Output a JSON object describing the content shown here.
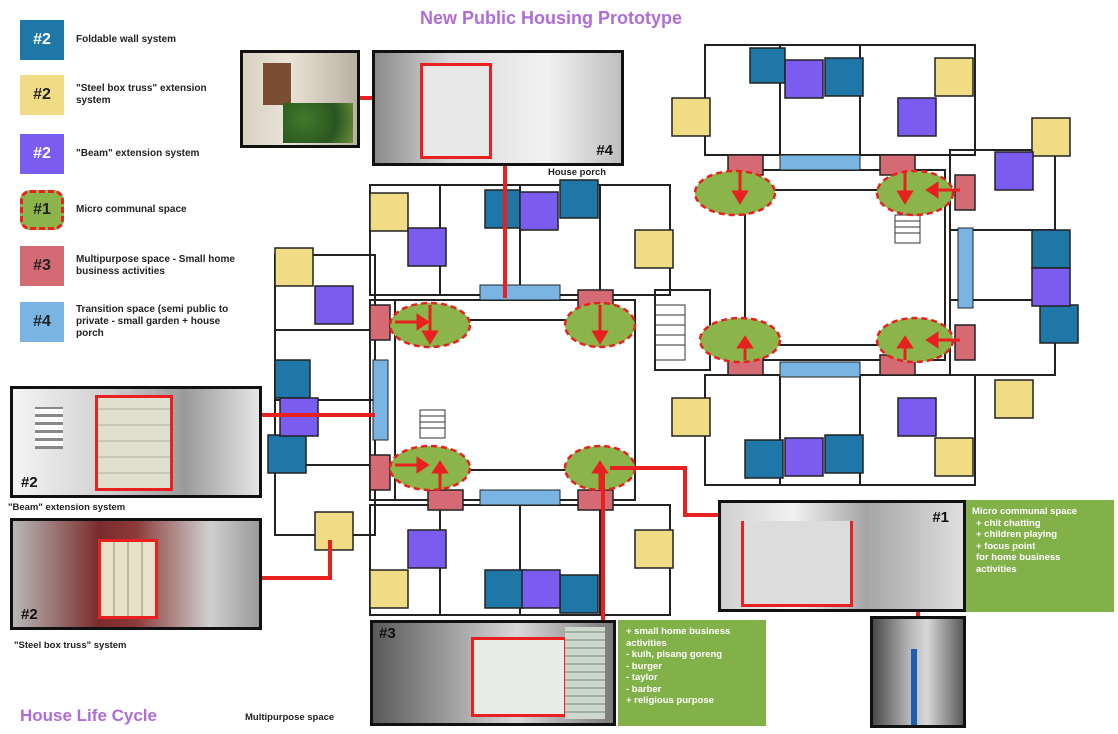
{
  "title": "New Public Housing Prototype",
  "footer_title": "House Life Cycle",
  "legend": [
    {
      "code": "#2",
      "label": "Foldable wall system",
      "color": "#1f77a8",
      "text_color": "#ffffff"
    },
    {
      "code": "#2",
      "label": "\"Steel box truss\" extension system",
      "color": "#f1dc86",
      "text_color": "#222222"
    },
    {
      "code": "#2",
      "label": "\"Beam\" extension system",
      "color": "#7a5cf0",
      "text_color": "#ffffff"
    },
    {
      "code": "#1",
      "label": "Micro communal space",
      "color": "#8bb54a",
      "text_color": "#222222"
    },
    {
      "code": "#3",
      "label": "Multipurpose space - Small home business activities",
      "color": "#d46a74",
      "text_color": "#222222"
    },
    {
      "code": "#4",
      "label": "Transition space (semi public to private - small garden + house porch",
      "color": "#79b4e2",
      "text_color": "#222222"
    }
  ],
  "photos": {
    "porch": {
      "tag": "#4",
      "caption": "House porch"
    },
    "beam": {
      "tag": "#2",
      "caption": "\"Beam\" extension system"
    },
    "steel": {
      "tag": "#2",
      "caption": "\"Steel box truss\" system"
    },
    "multipurpose": {
      "tag": "#3",
      "caption": "Multipurpose space"
    },
    "communal": {
      "tag": "#1"
    }
  },
  "notes": {
    "communal": [
      "Micro communal space",
      "+ chit chatting",
      "+ children playing",
      "+ focus point",
      "for home business",
      "activities"
    ],
    "business": [
      "+ small home business",
      "activities",
      "- kuih, pisang goreng",
      "- burger",
      "- taylor",
      "- barber",
      "+ religious purpose"
    ]
  },
  "colors": {
    "blue": "#1f77a8",
    "yellow": "#f1dc86",
    "purple": "#7a5cf0",
    "green": "#8bb54a",
    "red": "#d46a74",
    "light_blue": "#79b4e2",
    "arrow": "#e82020",
    "title": "#b06cd8"
  }
}
